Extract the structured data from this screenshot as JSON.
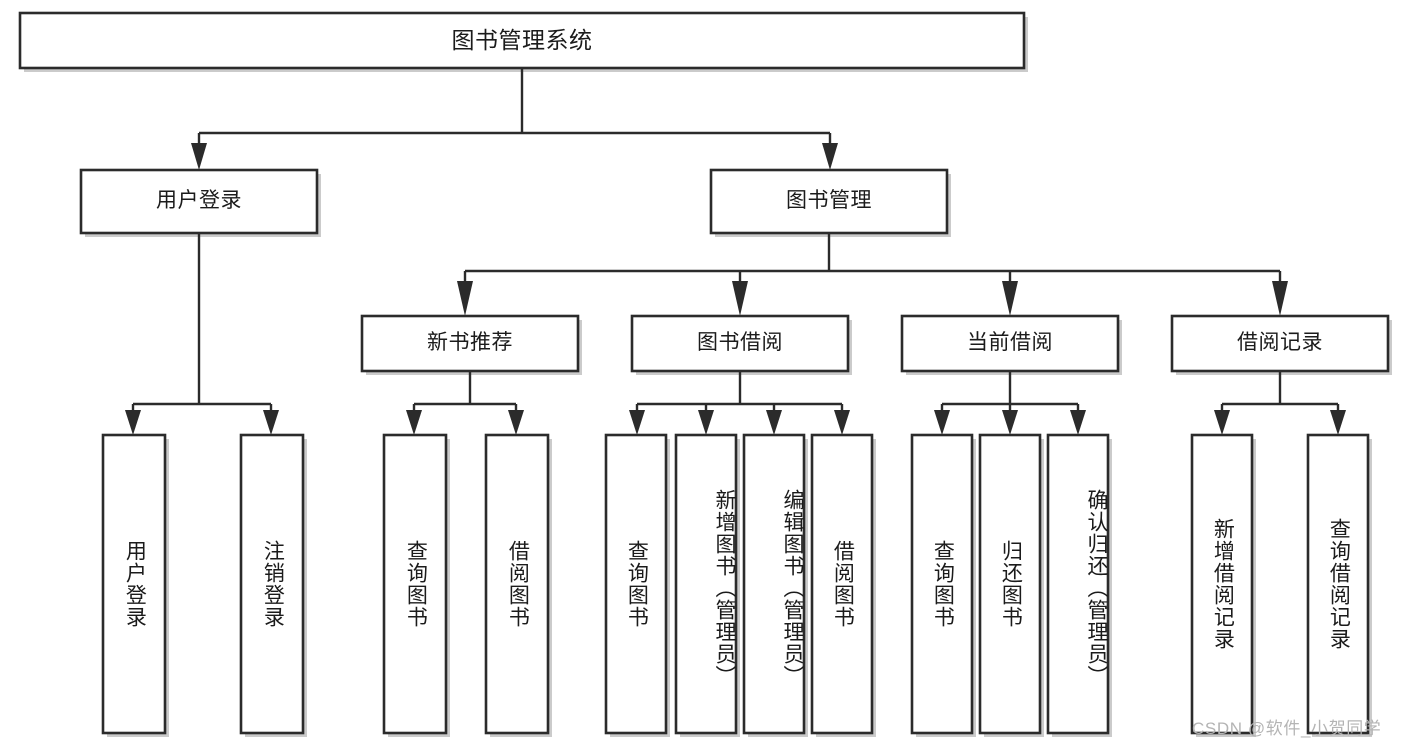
{
  "diagram": {
    "type": "tree-hierarchy-chart",
    "title": "图书管理系统",
    "watermark": "CSDN @软件_小贺同学",
    "colors": {
      "box_stroke": "#2b2b2b",
      "box_fill": "#ffffff",
      "background": "#ffffff",
      "watermark": "#b4b4b4"
    },
    "levels": [
      {
        "level": 1,
        "nodes": [
          {
            "id": "root",
            "label": "图书管理系统",
            "orientation": "horizontal"
          }
        ]
      },
      {
        "level": 2,
        "nodes": [
          {
            "id": "user-login",
            "label": "用户登录",
            "orientation": "horizontal",
            "parent": "root"
          },
          {
            "id": "book-manage",
            "label": "图书管理",
            "orientation": "horizontal",
            "parent": "root"
          }
        ]
      },
      {
        "level": 3,
        "nodes": [
          {
            "id": "new-book-rec",
            "label": "新书推荐",
            "orientation": "horizontal",
            "parent": "book-manage"
          },
          {
            "id": "book-borrow",
            "label": "图书借阅",
            "orientation": "horizontal",
            "parent": "book-manage"
          },
          {
            "id": "current-borrow",
            "label": "当前借阅",
            "orientation": "horizontal",
            "parent": "book-manage"
          },
          {
            "id": "borrow-record",
            "label": "借阅记录",
            "orientation": "horizontal",
            "parent": "book-manage"
          }
        ]
      },
      {
        "level": 4,
        "nodes": [
          {
            "id": "leaf-user-login",
            "label": "用户登录",
            "orientation": "vertical",
            "parent": "user-login"
          },
          {
            "id": "leaf-logout",
            "label": "注销登录",
            "orientation": "vertical",
            "parent": "user-login"
          },
          {
            "id": "leaf-query-book-1",
            "label": "查询图书",
            "orientation": "vertical",
            "parent": "new-book-rec"
          },
          {
            "id": "leaf-borrow-book-1",
            "label": "借阅图书",
            "orientation": "vertical",
            "parent": "new-book-rec"
          },
          {
            "id": "leaf-query-book-2",
            "label": "查询图书",
            "orientation": "vertical",
            "parent": "book-borrow"
          },
          {
            "id": "leaf-add-book",
            "label": "新增图书（管理员）",
            "orientation": "vertical",
            "parent": "book-borrow"
          },
          {
            "id": "leaf-edit-book",
            "label": "编辑图书（管理员）",
            "orientation": "vertical",
            "parent": "book-borrow"
          },
          {
            "id": "leaf-borrow-book-2",
            "label": "借阅图书",
            "orientation": "vertical",
            "parent": "book-borrow"
          },
          {
            "id": "leaf-query-book-3",
            "label": "查询图书",
            "orientation": "vertical",
            "parent": "current-borrow"
          },
          {
            "id": "leaf-return-book",
            "label": "归还图书",
            "orientation": "vertical",
            "parent": "current-borrow"
          },
          {
            "id": "leaf-confirm-return",
            "label": "确认归还（管理员）",
            "orientation": "vertical",
            "parent": "current-borrow"
          },
          {
            "id": "leaf-add-record",
            "label": "新增借阅记录",
            "orientation": "vertical",
            "parent": "borrow-record"
          },
          {
            "id": "leaf-query-record",
            "label": "查询借阅记录",
            "orientation": "vertical",
            "parent": "borrow-record"
          }
        ]
      }
    ]
  }
}
